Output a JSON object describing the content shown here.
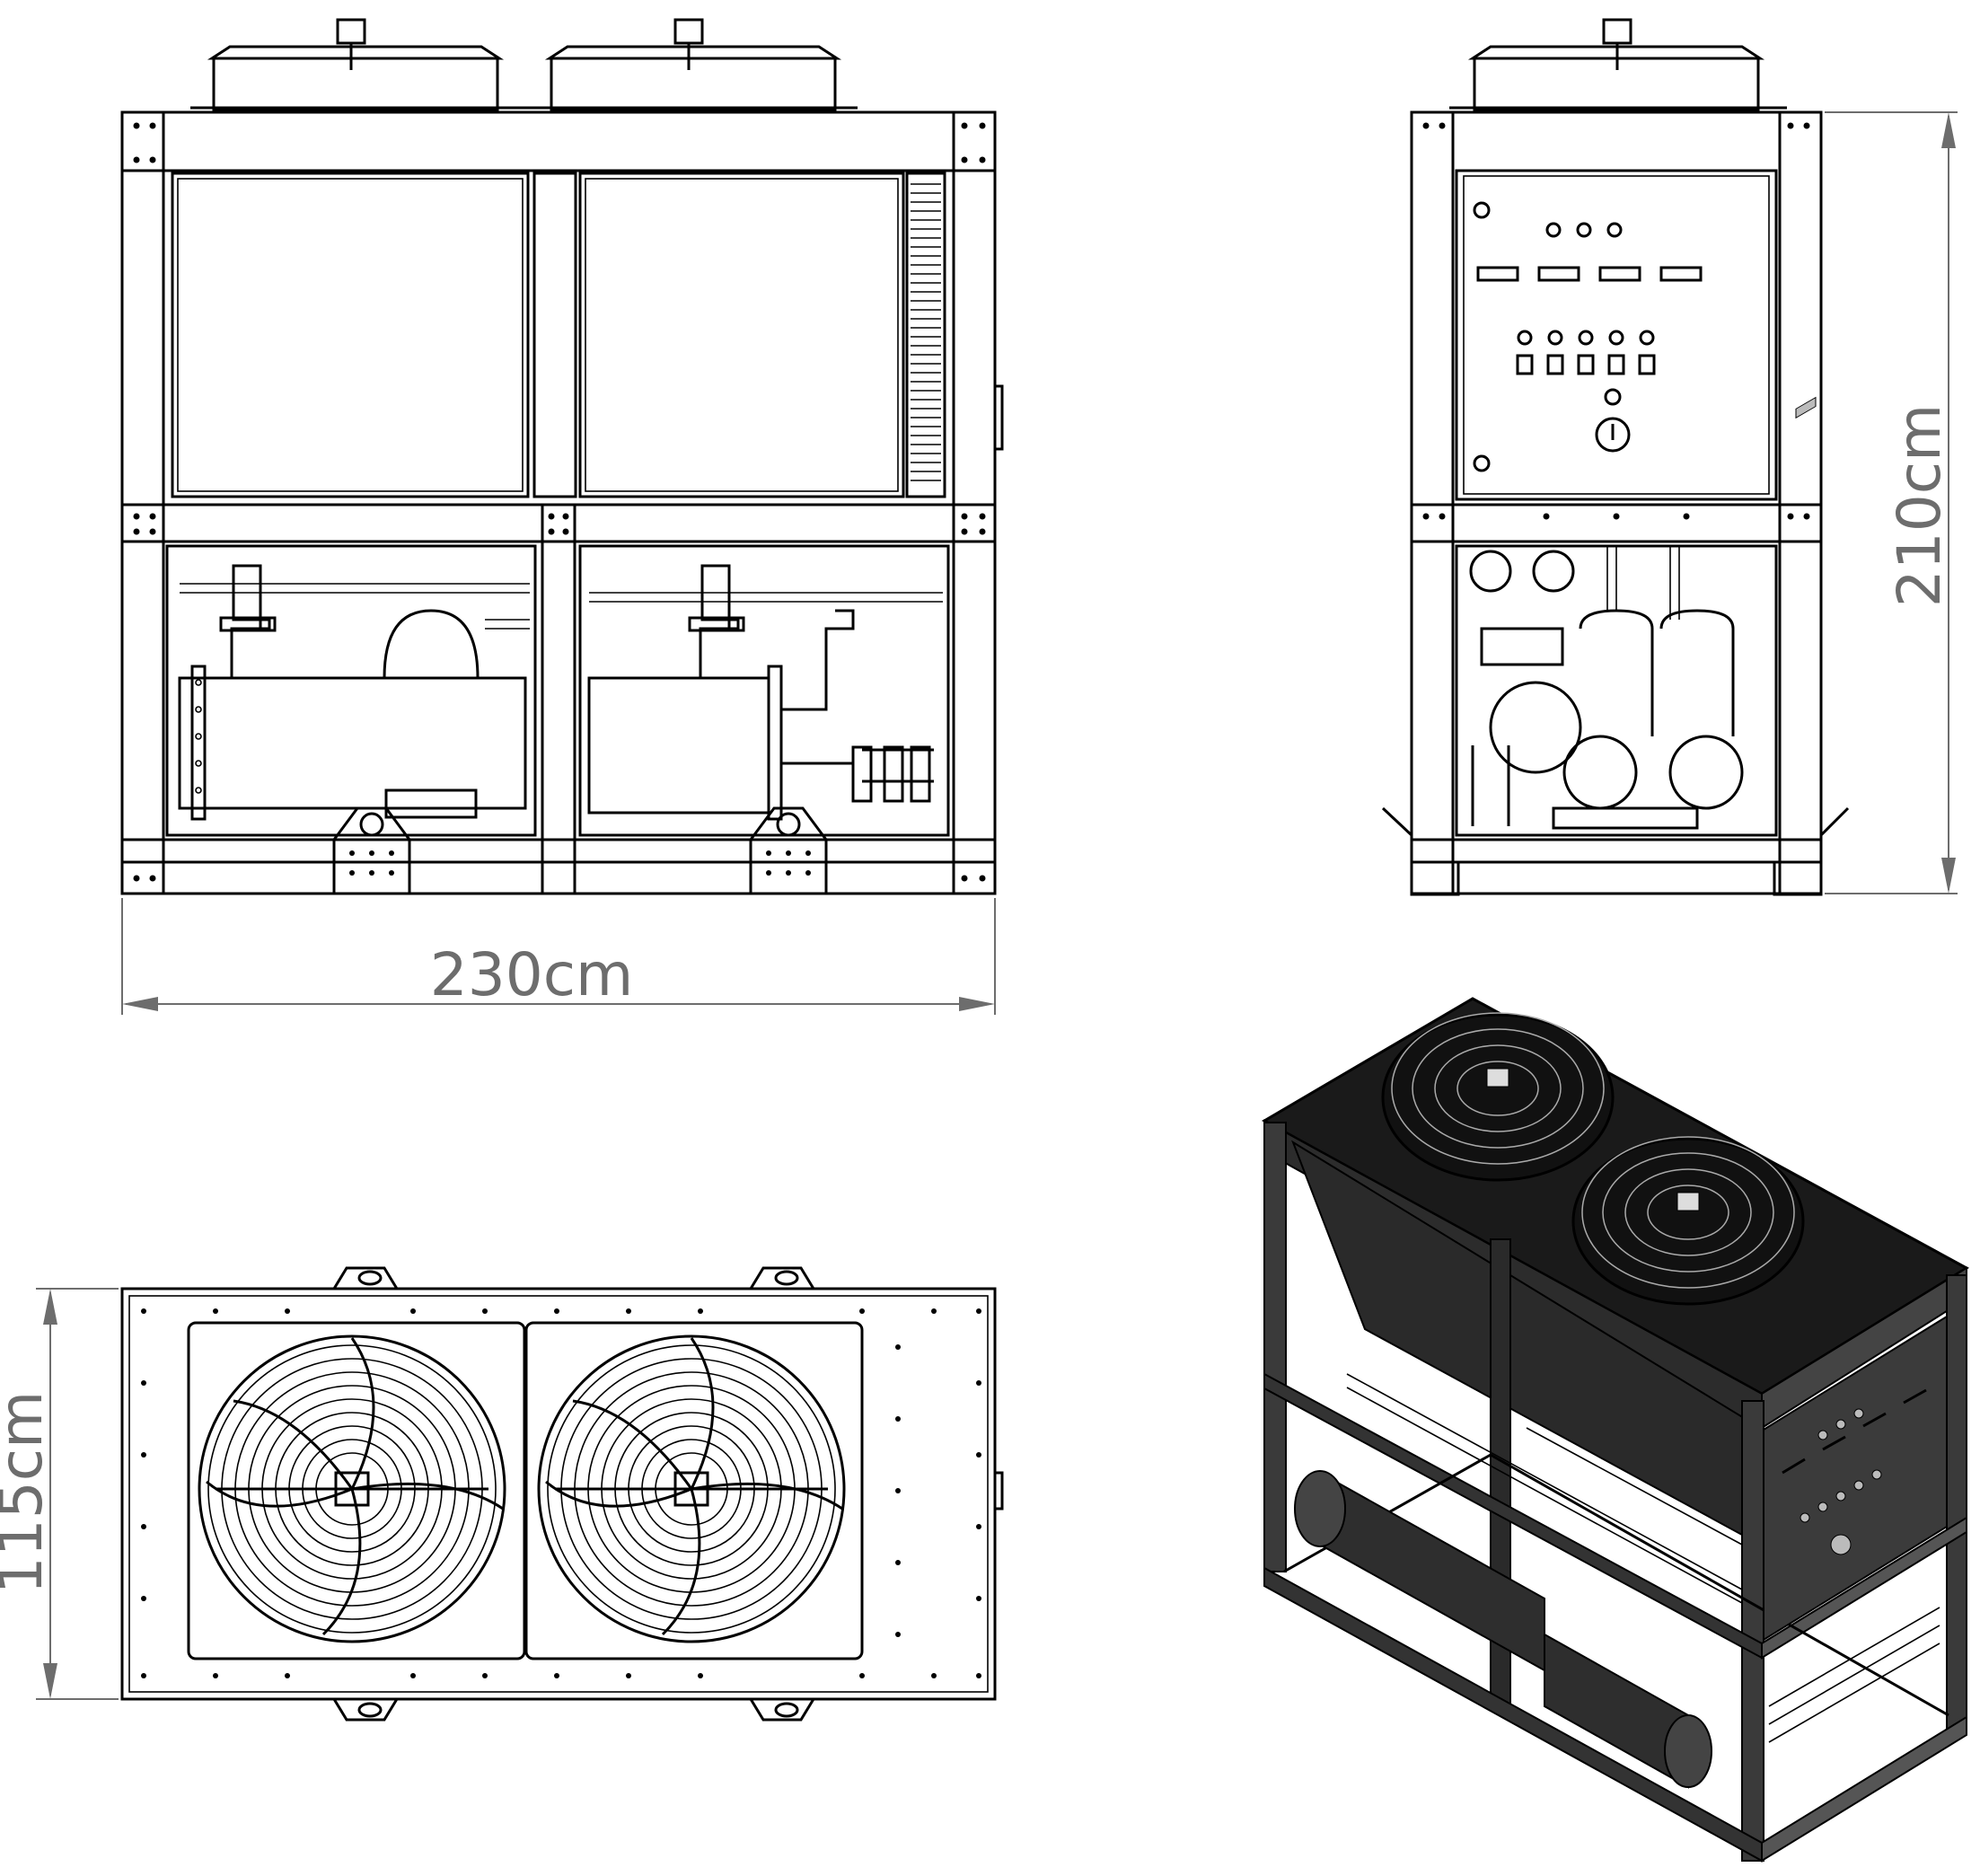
{
  "dimensions": {
    "width_label": "230cm",
    "height_label": "210cm",
    "depth_label": "115cm"
  },
  "colors": {
    "line": "#000000",
    "dimension": "#6d6d6d",
    "solid_dark": "#1a1a1a",
    "solid_mid": "#3a3a3a"
  }
}
